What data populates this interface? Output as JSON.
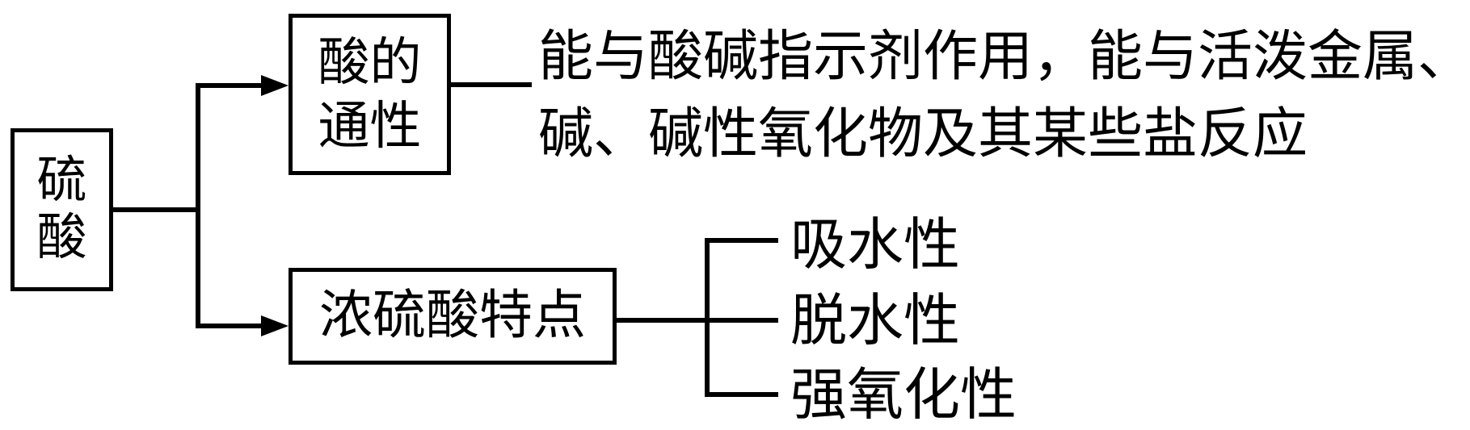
{
  "diagram": {
    "title_hint": "硫酸知识结构图",
    "root_label": "硫酸",
    "acid_box_label": "酸的通性",
    "acid_description_line1": "能与酸碱指示剂作用，能与活泼金属、",
    "acid_description_line2": "碱、碱性氧化物及其某些盐反应",
    "concentrated_box_label": "浓硫酸特点",
    "properties": [
      "吸水性",
      "脱水性",
      "强氧化性"
    ],
    "colors": {
      "stroke": "#000000",
      "text": "#000000",
      "background": "#ffffff"
    }
  }
}
